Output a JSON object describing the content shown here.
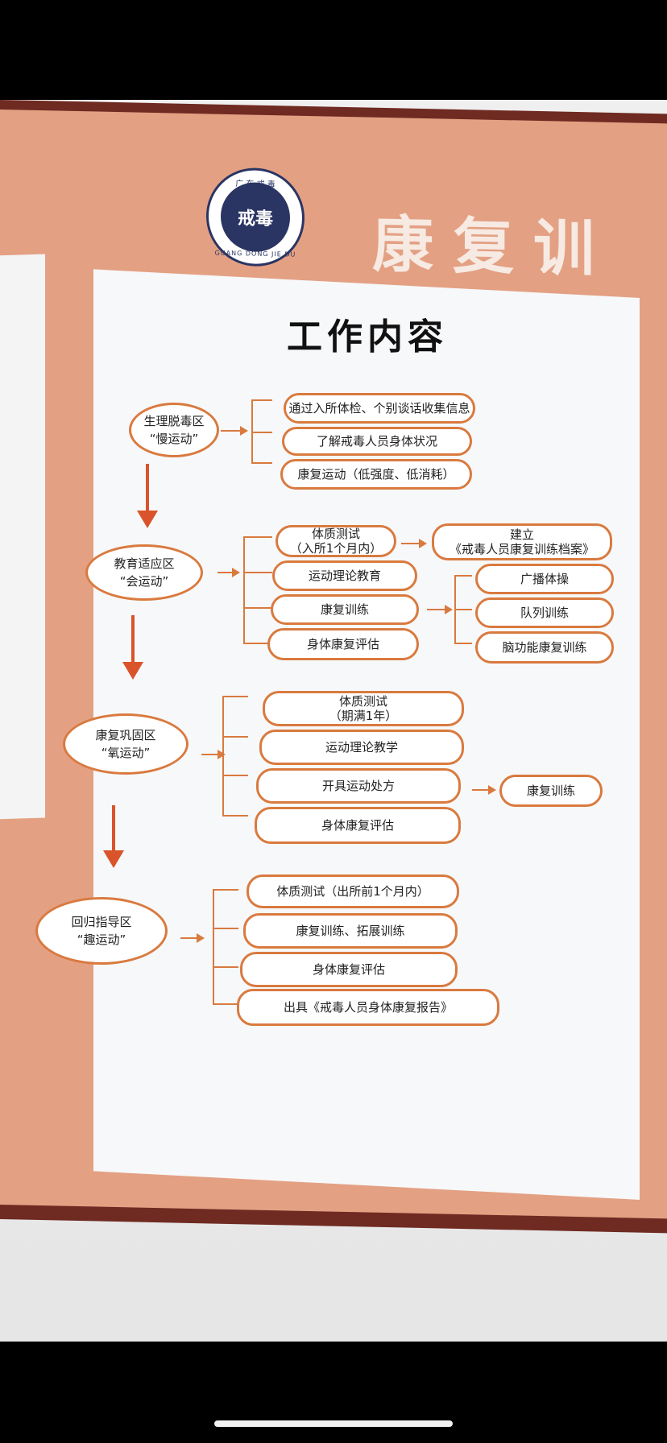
{
  "logo": {
    "top_text": "广 东 戒 毒",
    "center_text": "戒毒",
    "bottom_text": "GUANG DONG JIE DU"
  },
  "header": "康复训",
  "title": "工作内容",
  "stages": [
    {
      "name": "生理脱毒区",
      "motto": "“慢运动”",
      "items": [
        "通过入所体检、个别谈话收集信息",
        "了解戒毒人员身体状况",
        "康复运动（低强度、低消耗）"
      ]
    },
    {
      "name": "教育适应区",
      "motto": "“会运动”",
      "items": [
        [
          "体质测试",
          "（入所1个月内）"
        ],
        "运动理论教育",
        "康复训练",
        "身体康复评估"
      ],
      "branch_archive": [
        "建立",
        "《戒毒人员康复训练档案》"
      ],
      "branch_training": [
        "广播体操",
        "队列训练",
        "脑功能康复训练"
      ]
    },
    {
      "name": "康复巩固区",
      "motto": "“氧运动”",
      "items": [
        [
          "体质测试",
          "（期满1年）"
        ],
        "运动理论教学",
        "开具运动处方",
        "身体康复评估"
      ],
      "branch": "康复训练"
    },
    {
      "name": "回归指导区",
      "motto": "“趣运动”",
      "items": [
        "体质测试（出所前1个月内）",
        "康复训练、拓展训练",
        "身体康复评估",
        "出具《戒毒人员身体康复报告》"
      ]
    }
  ],
  "colors": {
    "accent": "#d97a3f",
    "board": "#e4a083",
    "frame": "#6f2a22",
    "arrow": "#d9542a"
  }
}
